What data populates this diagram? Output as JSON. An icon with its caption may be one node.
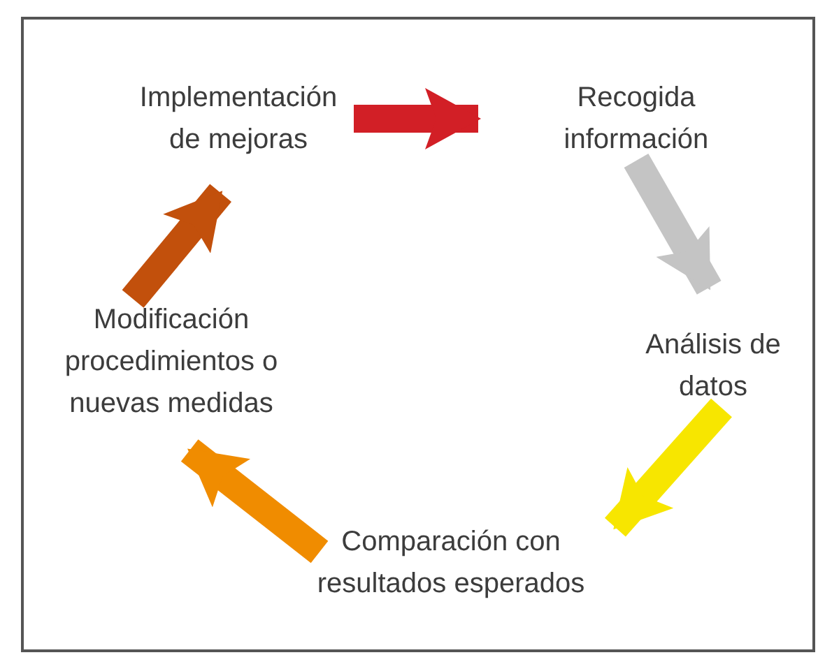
{
  "diagram": {
    "nodes": [
      {
        "text": [
          "Implementación de mejoras"
        ]
      },
      {
        "text": [
          "Recogida información"
        ]
      },
      {
        "text": [
          "Análisis de datos"
        ]
      },
      {
        "text": [
          "Comparación con resultados esperados"
        ]
      },
      {
        "text": [
          "Modificación procedimientos o nuevas medidas"
        ]
      }
    ],
    "edges": [
      {
        "from": 0,
        "to": 1,
        "arrow": "to",
        "color": "#d21f26"
      },
      {
        "from": 1,
        "to": 2,
        "arrow": "to",
        "color": "#c4c4c4"
      },
      {
        "from": 2,
        "to": 3,
        "arrow": "to",
        "color": "#f7e600"
      },
      {
        "from": 3,
        "to": 4,
        "arrow": "to",
        "color": "#f08c00"
      },
      {
        "from": 4,
        "to": 0,
        "arrow": "to",
        "color": "#c2500c"
      }
    ]
  }
}
